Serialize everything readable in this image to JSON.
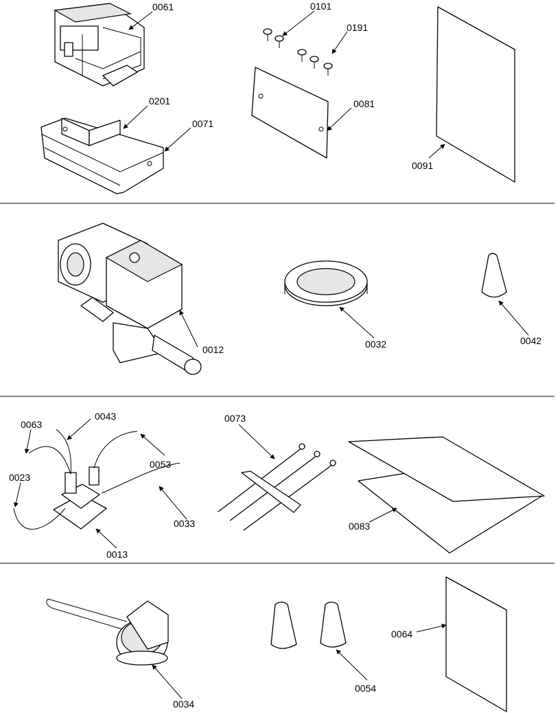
{
  "callouts": {
    "c0061": "0061",
    "c0101": "0101",
    "c0191": "0191",
    "c0201": "0201",
    "c0071": "0071",
    "c0081": "0081",
    "c0091": "0091",
    "c0012": "0012",
    "c0032": "0032",
    "c0042": "0042",
    "c0063": "0063",
    "c0043": "0043",
    "c0053": "0053",
    "c0023": "0023",
    "c0033": "0033",
    "c0013": "0013",
    "c0073": "0073",
    "c0083": "0083",
    "c0034": "0034",
    "c0054": "0054",
    "c0064": "0064"
  }
}
